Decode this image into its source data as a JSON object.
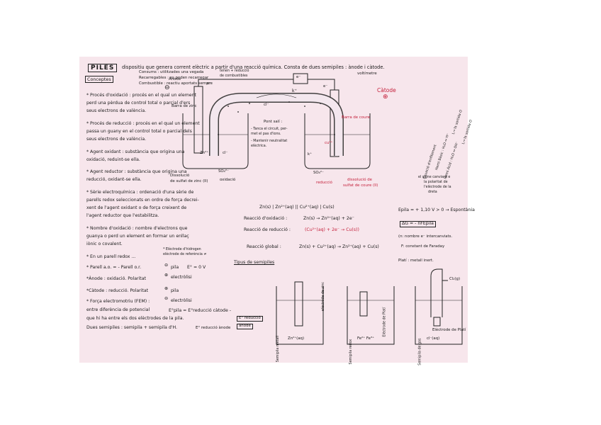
{
  "title": "PILES",
  "definition": "dispositiu que genera corrent elèctric a partir d'una reacció química. Consta de dues semipiles : ànode i càtode.",
  "concepts_label": "Conceptes",
  "intro_lines": [
    "Consums : utilitzades una vegada",
    "Recarregables : es poden recarregar",
    "Combustible : reactiu aportats sempre"
  ],
  "intro_note": [
    "tenen + reducció",
    "de combustibles"
  ],
  "concepts": [
    "* Procés d'oxidació : procés en el qual un element",
    "perd una pèrdua de control total o parcial d'ers",
    "seus electrons de valència.",
    "* Procés de reducció : procés en el qual un element",
    "passa un guany en el control total o parcial dels",
    "seus electrons de valència.",
    "* Agent oxidant : substància que origina una",
    "oxidació, reduint-se ella.",
    "* Agent reductor : substància que origina una",
    "reducció, oxidant-se ella.",
    "* Sèrie electroquímica : ordenació d'una sèrie de",
    "parells redox seleccionats en ordre de força decrei-",
    "xent de l'agent oxidant o de força creixent de",
    "l'agent reductor que l'estabilitza.",
    "* Nombre d'oxidació : nombre d'electrons que",
    "guanya o perd un element en formar un enllaç",
    "iònic o covalent.",
    "* En un parell redox ..."
  ],
  "pair_rules": {
    "hydrogen_note": [
      "* Elèctrode d'hidrogen",
      "elèctrode de referència ≠"
    ],
    "rule1": "* Parell a.o. = - Parell o.r.",
    "rule1_b": "pila",
    "rule1_c": "E° = 0 V",
    "anode_rule": "*Ànode : oxidació. Polaritat",
    "anode_b": "electròlisi",
    "cathode_rule": "*Càtode : reducció. Polaritat",
    "cathode_b": "pila",
    "fem_rule": "* Força electromotriu (FEM) :",
    "fem_b": "electròlisi",
    "fem_c": "entre diferència de potencial",
    "fem_d": "que hi ha entre els dos elèctrodes de la pila.",
    "fem_formula": "E°pila = E°reducció càtode -",
    "fem_e": "E° reducció",
    "fem_f": "ànode",
    "semipila_rule": "Dues semipiles : semipila + semipila d'H.",
    "semipila_formula": "E° reducció ànode",
    "signs": [
      "⊖",
      "⊕",
      "⊕",
      "⊖",
      "⊖"
    ]
  },
  "cell": {
    "voltmeter": "voltímetre",
    "electron_left": "e⁻",
    "electron_right": "e⁻",
    "electron_box": "e⁻",
    "k_plus": "k⁺",
    "cl_minus_bridge": "cl⁻",
    "anode_label": "Ànode",
    "anode_sign": "⊖",
    "cathode_label": "Càtode",
    "cathode_sign": "⊕",
    "zinc_bar": "Barra de zinc",
    "copper_bar": "Barra de coure",
    "salt_bridge": "Pont salí :",
    "bridge_notes": [
      "- Tanca el circuit, per-",
      "met el pas d'ions.",
      "- Mantenir neutralitat",
      "elèctrica."
    ],
    "zn_ion": "Zn²⁺",
    "cl_ion": "cl⁻",
    "so4_left": "SO₄²⁻",
    "k_plus_right": "k⁺",
    "cu_ion": "cu²⁺",
    "so4_right": "SO₄²⁻",
    "oxidation": "oxidació",
    "reduction": "reducció",
    "left_solution": [
      "Dissolució",
      "de sulfat de zinc (II)"
    ],
    "right_solution": [
      "dissolució de",
      "sulfat de coure (II)"
    ],
    "anode_side": [
      "Hemi Bàsic : H₂O ↔ H⁺",
      "Hemi Àcid : H₂O ↔ OH⁻"
    ],
    "right_side_labels": [
      "L→ la sortida O",
      "L→ la sortida O"
    ],
    "equilibrium": "Equació d'enfilament",
    "sign_note": [
      "el signe canviarà e",
      "la polaritat de",
      "l'elèctrode de la",
      "dreta"
    ]
  },
  "equations": {
    "notation": "Zn(s) | Zn²⁺(aq) || Cu²⁺(aq) | Cu(s)",
    "oxidation_label": "Reacció d'oxidació :",
    "oxidation": "Zn(s)  →  Zn²⁺(aq) + 2e⁻",
    "reduction_label": "Reacció de reducció :",
    "reduction": "(Cu²⁺(aq) + 2e⁻ → Cu(s))",
    "global_label": "Reacció global :",
    "global": "Zn(s) + Cu²⁺(aq) → Zn²⁺(aq) + Cu(s)",
    "epila": "Epila = + 1,10 V > 0 → Espontània",
    "dg": "ΔG = - nFEpila",
    "n_note": "(n: nombre e⁻ intercanviats.",
    "f_note": "F: constant de Faraday",
    "plati": "Platí : metall inert."
  },
  "semicells": {
    "heading": "Tipus de semipiles",
    "metal": "Semipila metall",
    "redox": "Semipila redox",
    "gas": "Semipila de gas",
    "zinc_electrode": "elèctrode de zinc",
    "plati_electrode": "Elèctrode de Platí",
    "plati_electrode_2": "Elèctrode de Platí",
    "zn_sol": "Zn²⁺(aq)",
    "fe_sol": "Fe²⁺ Fe³⁺",
    "cl_sol": "cl⁻(aq)",
    "cl2_gas": "Cl₂(g)"
  },
  "colors": {
    "sheet": "#f7e6ec",
    "ink": "#1a1a1a",
    "accent": "#c41f3a"
  }
}
